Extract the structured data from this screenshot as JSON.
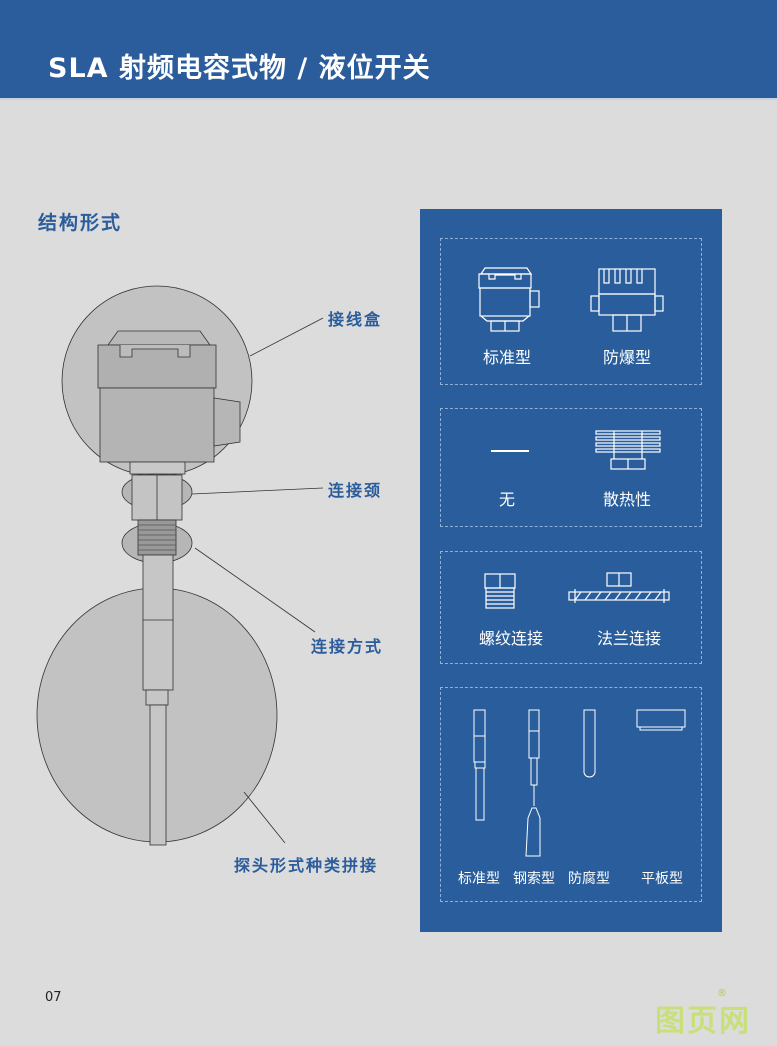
{
  "header": {
    "title": "SLA 射频电容式物 / 液位开关"
  },
  "section_title": "结构形式",
  "callouts": [
    "接线盒",
    "连接颈",
    "连接方式",
    "探头形式种类拼接"
  ],
  "panel": {
    "housing": [
      "标准型",
      "防爆型"
    ],
    "neck": [
      "无",
      "散热性"
    ],
    "connection": [
      "螺纹连接",
      "法兰连接"
    ],
    "probe": [
      "标准型",
      "钢索型",
      "防腐型",
      "平板型"
    ]
  },
  "page_number": "07",
  "watermark": "图页网",
  "colors": {
    "brand_blue": "#2b5c9c",
    "background": "#dcdcdc",
    "watermark": "#c9e07a"
  }
}
